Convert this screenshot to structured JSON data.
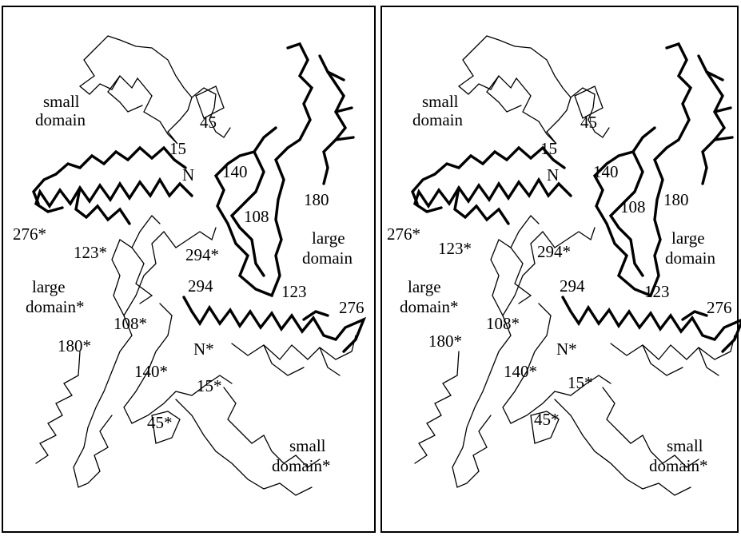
{
  "figure": {
    "panels": [
      {
        "id": "left",
        "labels": {
          "small_domain": [
            "small",
            "domain"
          ],
          "n45": "45",
          "n15": "15",
          "N": "N",
          "n140": "140",
          "n108": "108",
          "n180": "180",
          "n276s": "276*",
          "n123s": "123*",
          "n294s": "294*",
          "large_domain": [
            "large",
            "domain"
          ],
          "large_domain_s": [
            "large",
            "domain*"
          ],
          "n294": "294",
          "n123": "123",
          "n276": "276",
          "n108s": "108*",
          "Ns": "N*",
          "n180s": "180*",
          "n140s": "140*",
          "n15s": "15*",
          "n45s": "45*",
          "small_domain_s": [
            "small",
            "domain*"
          ]
        }
      },
      {
        "id": "right",
        "labels": {
          "small_domain": [
            "small",
            "domain"
          ],
          "n45": "45",
          "n15": "15",
          "N": "N",
          "n140": "140",
          "n108": "108",
          "n180": "180",
          "n276s": "276*",
          "n123s": "123*",
          "n294s": "294*",
          "large_domain": [
            "large",
            "domain"
          ],
          "large_domain_s": [
            "large",
            "domain*"
          ],
          "n294": "294",
          "n123": "123",
          "n276": "276",
          "n108s": "108*",
          "Ns": "N*",
          "n180s": "180*",
          "n140s": "140*",
          "n15s": "15*",
          "n45s": "45*",
          "small_domain_s": [
            "small",
            "domain*"
          ]
        }
      }
    ]
  }
}
